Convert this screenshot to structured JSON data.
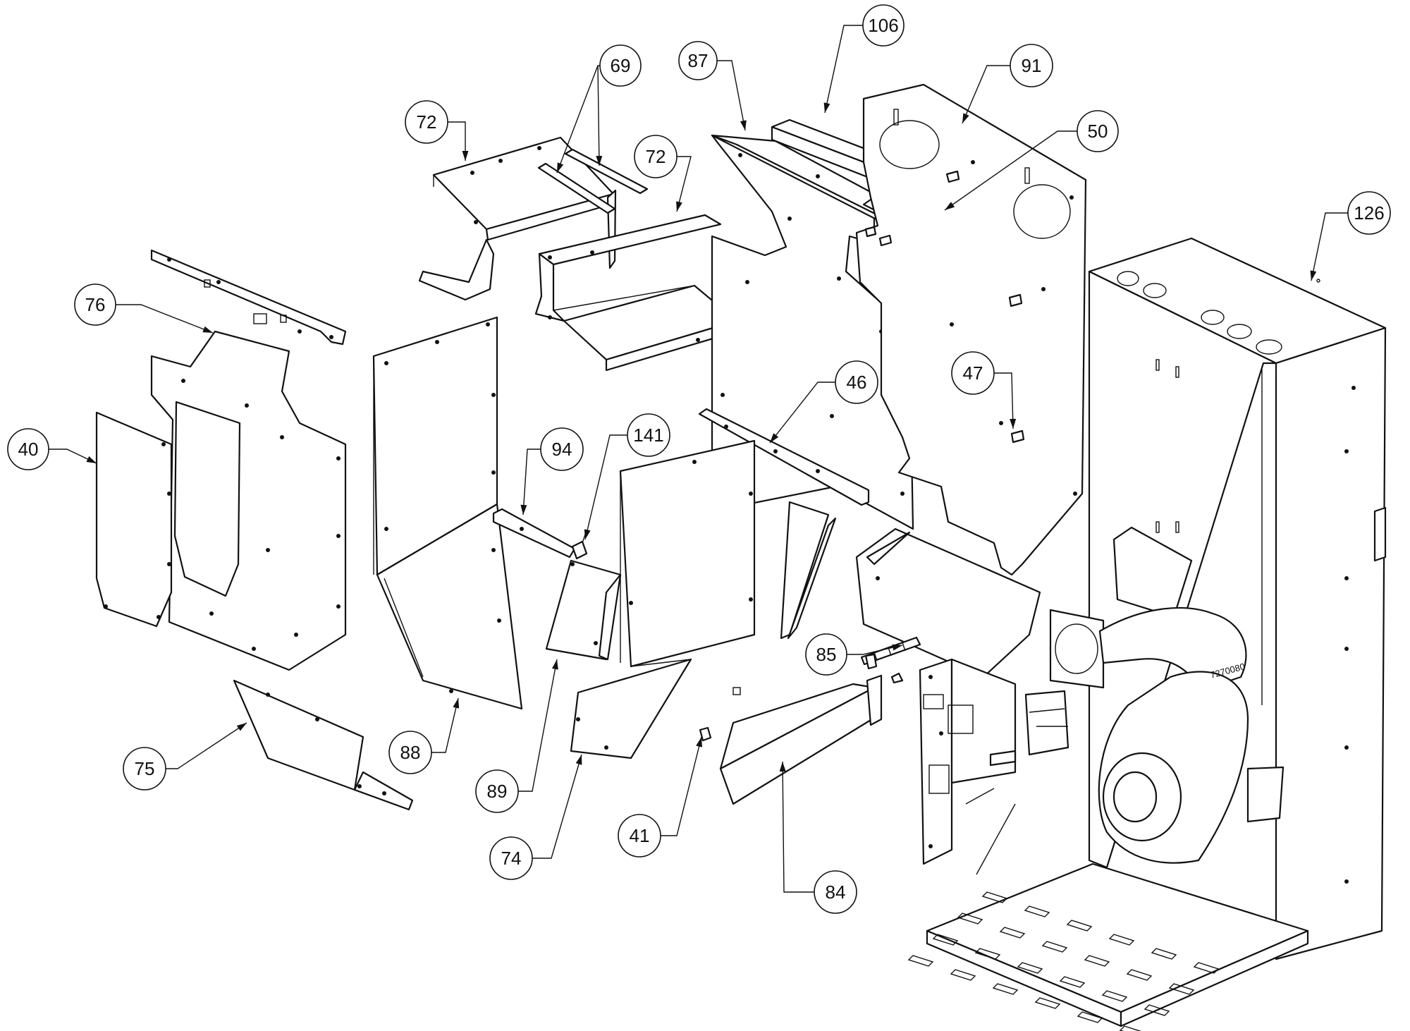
{
  "diagram": {
    "callouts": [
      {
        "label": "106"
      },
      {
        "label": "87"
      },
      {
        "label": "69"
      },
      {
        "label": "91"
      },
      {
        "label": "72"
      },
      {
        "label": "72"
      },
      {
        "label": "50"
      },
      {
        "label": "126"
      },
      {
        "label": "76"
      },
      {
        "label": "47"
      },
      {
        "label": "46"
      },
      {
        "label": "40"
      },
      {
        "label": "94"
      },
      {
        "label": "141"
      },
      {
        "label": "85"
      },
      {
        "label": "88"
      },
      {
        "label": "75"
      },
      {
        "label": "89"
      },
      {
        "label": "41"
      },
      {
        "label": "74"
      },
      {
        "label": "84"
      }
    ],
    "blower_stamp": "7270080"
  }
}
